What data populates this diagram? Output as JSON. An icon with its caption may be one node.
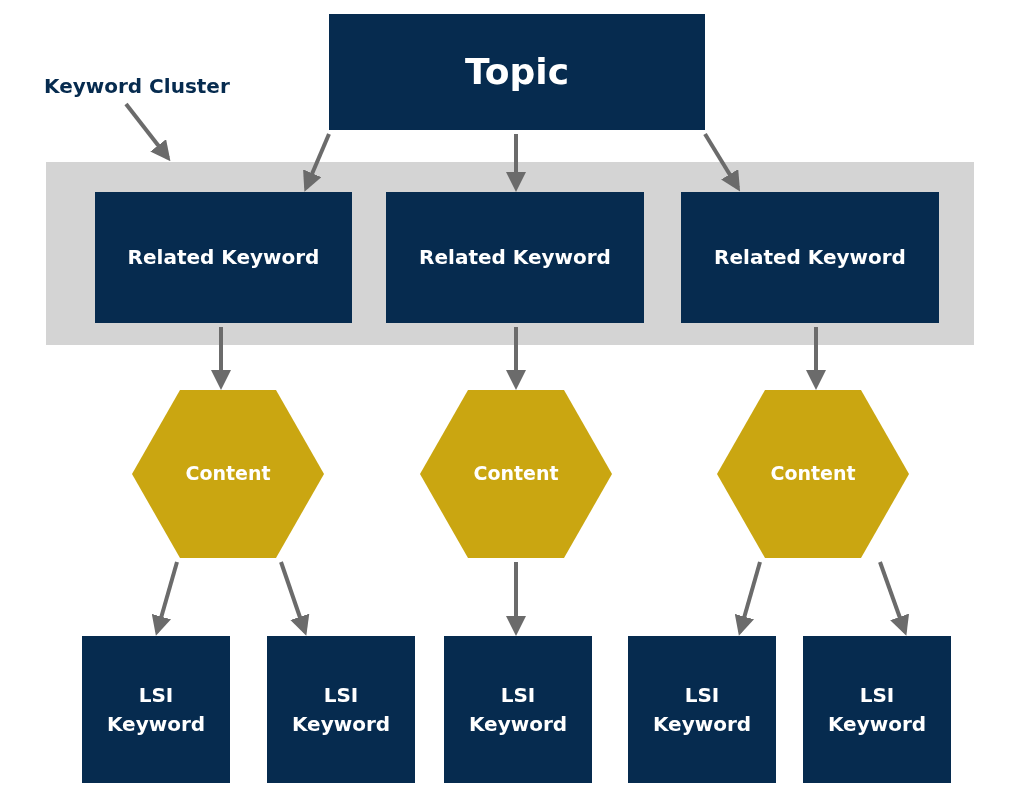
{
  "diagram": {
    "nodes": [
      {
        "text": [
          "Topic"
        ]
      },
      {
        "text": [
          "Keyword Cluster"
        ]
      },
      {
        "text": [],
        "shape": "box"
      },
      {
        "text": [
          "Related Keyword"
        ],
        "in": 2
      },
      {
        "text": [
          "Related Keyword"
        ],
        "in": 2
      },
      {
        "text": [
          "Related Keyword"
        ],
        "in": 2
      },
      {
        "text": [
          "Content"
        ]
      },
      {
        "text": [
          "Content"
        ]
      },
      {
        "text": [
          "Content"
        ]
      },
      {
        "text": [
          "LSI Keyword"
        ]
      },
      {
        "text": [
          "LSI Keyword"
        ]
      },
      {
        "text": [
          "LSI Keyword"
        ]
      },
      {
        "text": [
          "LSI Keyword"
        ]
      },
      {
        "text": [
          "LSI Keyword"
        ]
      }
    ],
    "edges": [
      {
        "from": 1,
        "to": 2,
        "arrow": "to"
      },
      {
        "from": 0,
        "to": 3,
        "arrow": "to"
      },
      {
        "from": 0,
        "to": 4,
        "arrow": "to"
      },
      {
        "from": 0,
        "to": 5,
        "arrow": "to"
      },
      {
        "from": 3,
        "to": 6,
        "arrow": "to"
      },
      {
        "from": 4,
        "to": 7,
        "arrow": "to"
      },
      {
        "from": 5,
        "to": 8,
        "arrow": "to"
      },
      {
        "from": 6,
        "to": 9,
        "arrow": "to"
      },
      {
        "from": 6,
        "to": 10,
        "arrow": "to"
      },
      {
        "from": 7,
        "to": 11,
        "arrow": "to"
      },
      {
        "from": 8,
        "to": 12,
        "arrow": "to"
      },
      {
        "from": 8,
        "to": 13,
        "arrow": "to"
      }
    ]
  }
}
